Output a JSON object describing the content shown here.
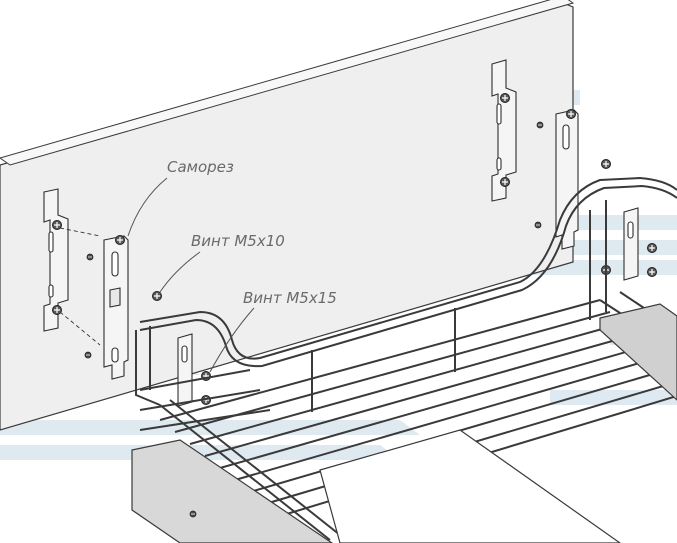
{
  "callouts": {
    "self_tapping_screw": "Саморез",
    "screw_m5x10": "Винт М5х10",
    "screw_m5x15": "Винт М5х15"
  },
  "colors": {
    "panel_fill": "#efefef",
    "line": "#3a3a3a",
    "watermark": "#dce7ef",
    "label": "#6a6a6a",
    "bracket_fill": "#f5f5f5",
    "screw_fill": "#5a5a5a"
  }
}
